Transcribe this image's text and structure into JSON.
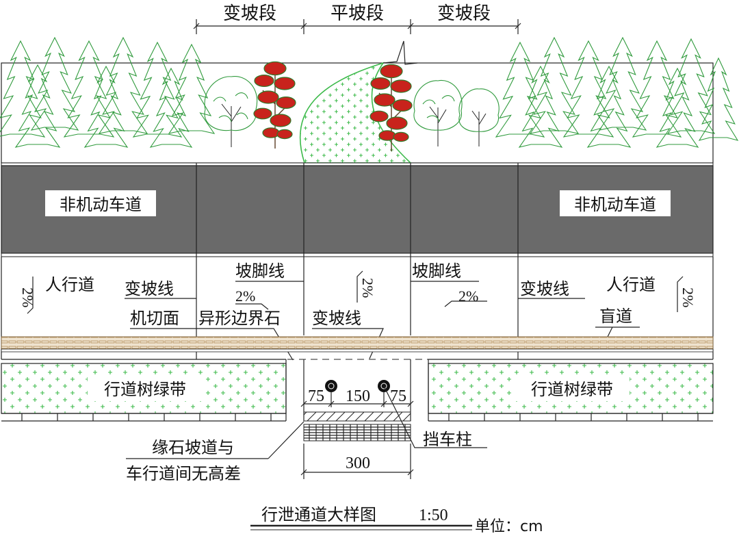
{
  "top_dims": {
    "left": "变坡段",
    "middle": "平坡段",
    "right": "变坡段"
  },
  "lanes": {
    "left_bike_lane": "非机动车道",
    "right_bike_lane": "非机动车道"
  },
  "sidewalk": {
    "left_slope": "2%",
    "left_walkway": "人行道",
    "left_grade_line": "变坡线",
    "toe_line_left": "坡脚线",
    "toe_slope_left": "2%",
    "center_slope": "2%",
    "toe_line_right": "坡脚线",
    "toe_slope_right": "2%",
    "right_grade_line": "变坡线",
    "right_walkway": "人行道",
    "right_slope": "2%",
    "blind_path": "盲道",
    "machine_cut": "机切面",
    "special_curb": "异形边界石",
    "center_grade_line": "变坡线"
  },
  "green_belt": {
    "left": "行道树绿带",
    "right": "行道树绿带"
  },
  "dims": {
    "d75_left": "75",
    "d150": "150",
    "d75_right": "75",
    "d300": "300"
  },
  "notes": {
    "bollard": "挡车柱",
    "curb_ramp_line1": "缘石坡道与",
    "curb_ramp_line2": "车行道间无高差"
  },
  "caption": {
    "title": "行泄通道大样图",
    "scale": "1:50",
    "unit": "单位：cm"
  },
  "colors": {
    "asphalt": "#6a6a6a",
    "tree_green": "#2f9a3c",
    "cross_green": "#3cba4a",
    "flower_red": "#c8231c",
    "tactile_tan": "#c9a577"
  }
}
